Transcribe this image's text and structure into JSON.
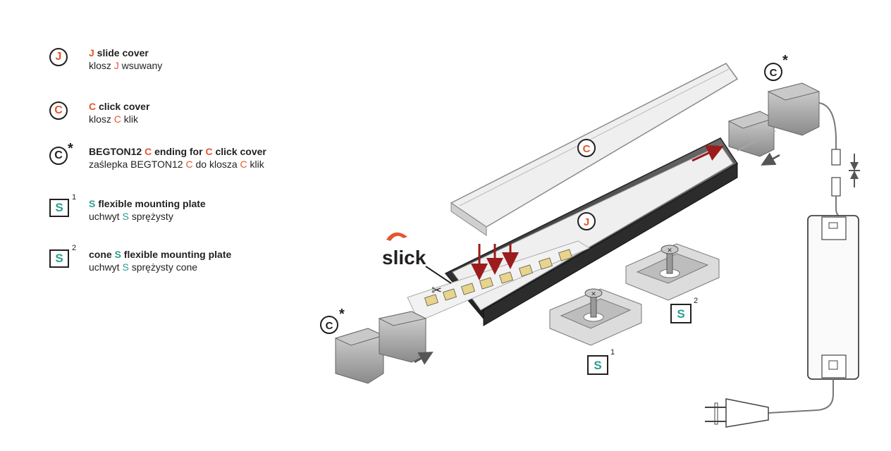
{
  "colors": {
    "accent_red": "#e4572e",
    "accent_teal": "#2a9d8f",
    "arrow_red": "#9b1c1c",
    "ink": "#231f20"
  },
  "legend": [
    {
      "symbol": "J",
      "symbol_type": "circle",
      "symbol_color": "red",
      "line1": [
        {
          "t": "J",
          "hl": "r"
        },
        {
          "t": " slide cover"
        }
      ],
      "line2": [
        {
          "t": "klosz "
        },
        {
          "t": "J",
          "hl": "r"
        },
        {
          "t": " wsuwany"
        }
      ]
    },
    {
      "symbol": "C",
      "symbol_type": "circle",
      "symbol_color": "red",
      "line1": [
        {
          "t": "C",
          "hl": "r"
        },
        {
          "t": " click cover"
        }
      ],
      "line2": [
        {
          "t": "klosz "
        },
        {
          "t": "C",
          "hl": "r"
        },
        {
          "t": " klik"
        }
      ]
    },
    {
      "symbol": "C",
      "symbol_type": "circle-star",
      "symbol_color": "black",
      "line1": [
        {
          "t": "BEGTON12 "
        },
        {
          "t": "C",
          "hl": "r"
        },
        {
          "t": " ending for "
        },
        {
          "t": "C",
          "hl": "r"
        },
        {
          "t": " click cover"
        }
      ],
      "line2": [
        {
          "t": "zaślepka BEGTON12 "
        },
        {
          "t": "C",
          "hl": "r"
        },
        {
          "t": " do klosza "
        },
        {
          "t": "C",
          "hl": "r"
        },
        {
          "t": " klik"
        }
      ]
    },
    {
      "symbol": "S",
      "symbol_type": "square",
      "sup": "1",
      "line1": [
        {
          "t": "S",
          "hl": "t"
        },
        {
          "t": " flexible mounting plate"
        }
      ],
      "line2": [
        {
          "t": "uchwyt "
        },
        {
          "t": "S",
          "hl": "t"
        },
        {
          "t": " sprężysty"
        }
      ]
    },
    {
      "symbol": "S",
      "symbol_type": "square",
      "sup": "2",
      "line1": [
        {
          "t": "cone "
        },
        {
          "t": "S",
          "hl": "t"
        },
        {
          "t": " flexible mounting plate"
        }
      ],
      "line2": [
        {
          "t": "uchwyt "
        },
        {
          "t": "S",
          "hl": "t"
        },
        {
          "t": " sprężysty cone"
        }
      ]
    }
  ],
  "diagram": {
    "label_c_cover": "C",
    "label_j_cover": "J",
    "label_c_end_left": "C",
    "label_c_end_right": "C",
    "star": "*",
    "label_s1": "S",
    "label_s1_sup": "1",
    "label_s2": "S",
    "label_s2_sup": "2",
    "slick_logo": "slick",
    "scissors": "✂"
  }
}
